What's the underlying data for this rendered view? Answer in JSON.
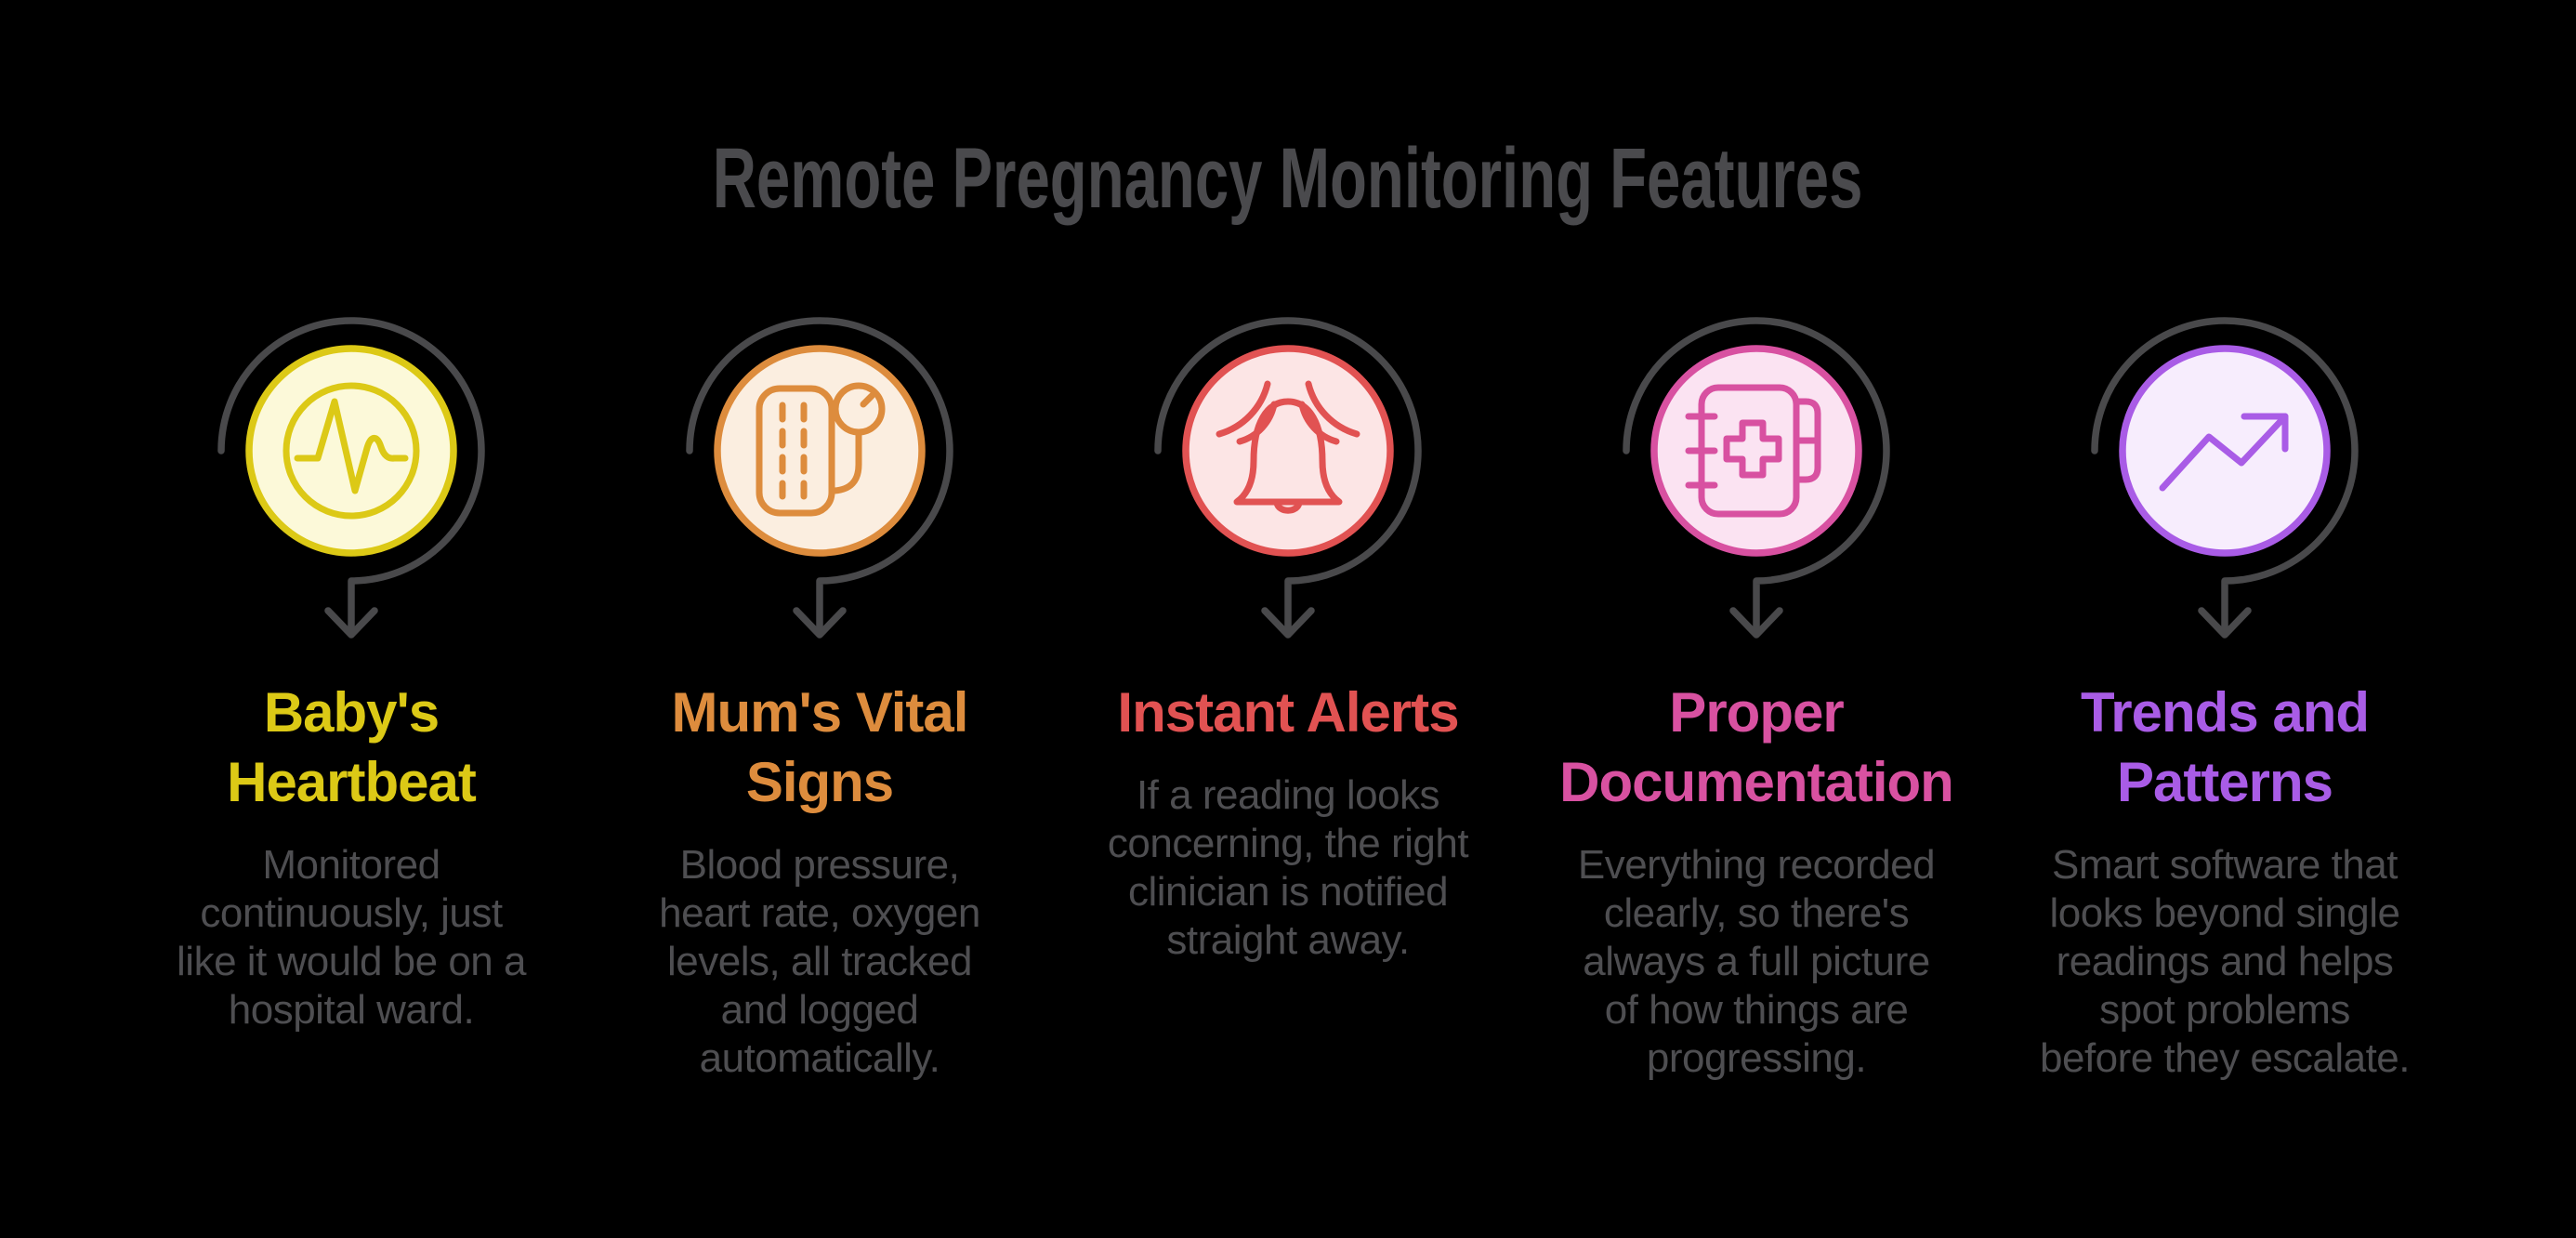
{
  "title": {
    "text": "Remote Pregnancy Monitoring Features"
  },
  "colors": {
    "background": "#000000",
    "title_text": "#4a4a4d",
    "body_text": "#4e4e51",
    "loop_arrow": "#49494b"
  },
  "columns": [
    {
      "id": "babys-heartbeat",
      "icon": "heartbeat-icon",
      "accent": "#dcc916",
      "icon_fill": "#fcf9d9",
      "heading_lines": [
        "Baby's",
        "Heartbeat"
      ],
      "body_lines": [
        "Monitored",
        "continuously, just",
        "like it would be on a",
        "hospital ward."
      ]
    },
    {
      "id": "mums-vital-signs",
      "icon": "blood-pressure-monitor-icon",
      "accent": "#dd8c3d",
      "icon_fill": "#fbeee0",
      "heading_lines": [
        "Mum's Vital",
        "Signs"
      ],
      "body_lines": [
        "Blood pressure,",
        "heart rate, oxygen",
        "levels, all tracked",
        "and logged",
        "automatically."
      ]
    },
    {
      "id": "instant-alerts",
      "icon": "alert-bell-icon",
      "accent": "#e15252",
      "icon_fill": "#fce5e5",
      "heading_lines": [
        "Instant Alerts"
      ],
      "body_lines": [
        "If a reading looks",
        "concerning, the right",
        "clinician is notified",
        "straight away."
      ]
    },
    {
      "id": "proper-documentation",
      "icon": "medical-record-icon",
      "accent": "#d851a1",
      "icon_fill": "#fbe3f2",
      "heading_lines": [
        "Proper",
        "Documentation"
      ],
      "body_lines": [
        "Everything recorded",
        "clearly, so there's",
        "always a full picture",
        "of how things are",
        "progressing."
      ]
    },
    {
      "id": "trends-and-patterns",
      "icon": "trend-up-arrow-icon",
      "accent": "#a95ce6",
      "icon_fill": "#f7edfd",
      "heading_lines": [
        "Trends and",
        "Patterns"
      ],
      "body_lines": [
        "Smart software that",
        "looks beyond single",
        "readings and helps",
        "spot problems",
        "before they escalate."
      ]
    }
  ]
}
